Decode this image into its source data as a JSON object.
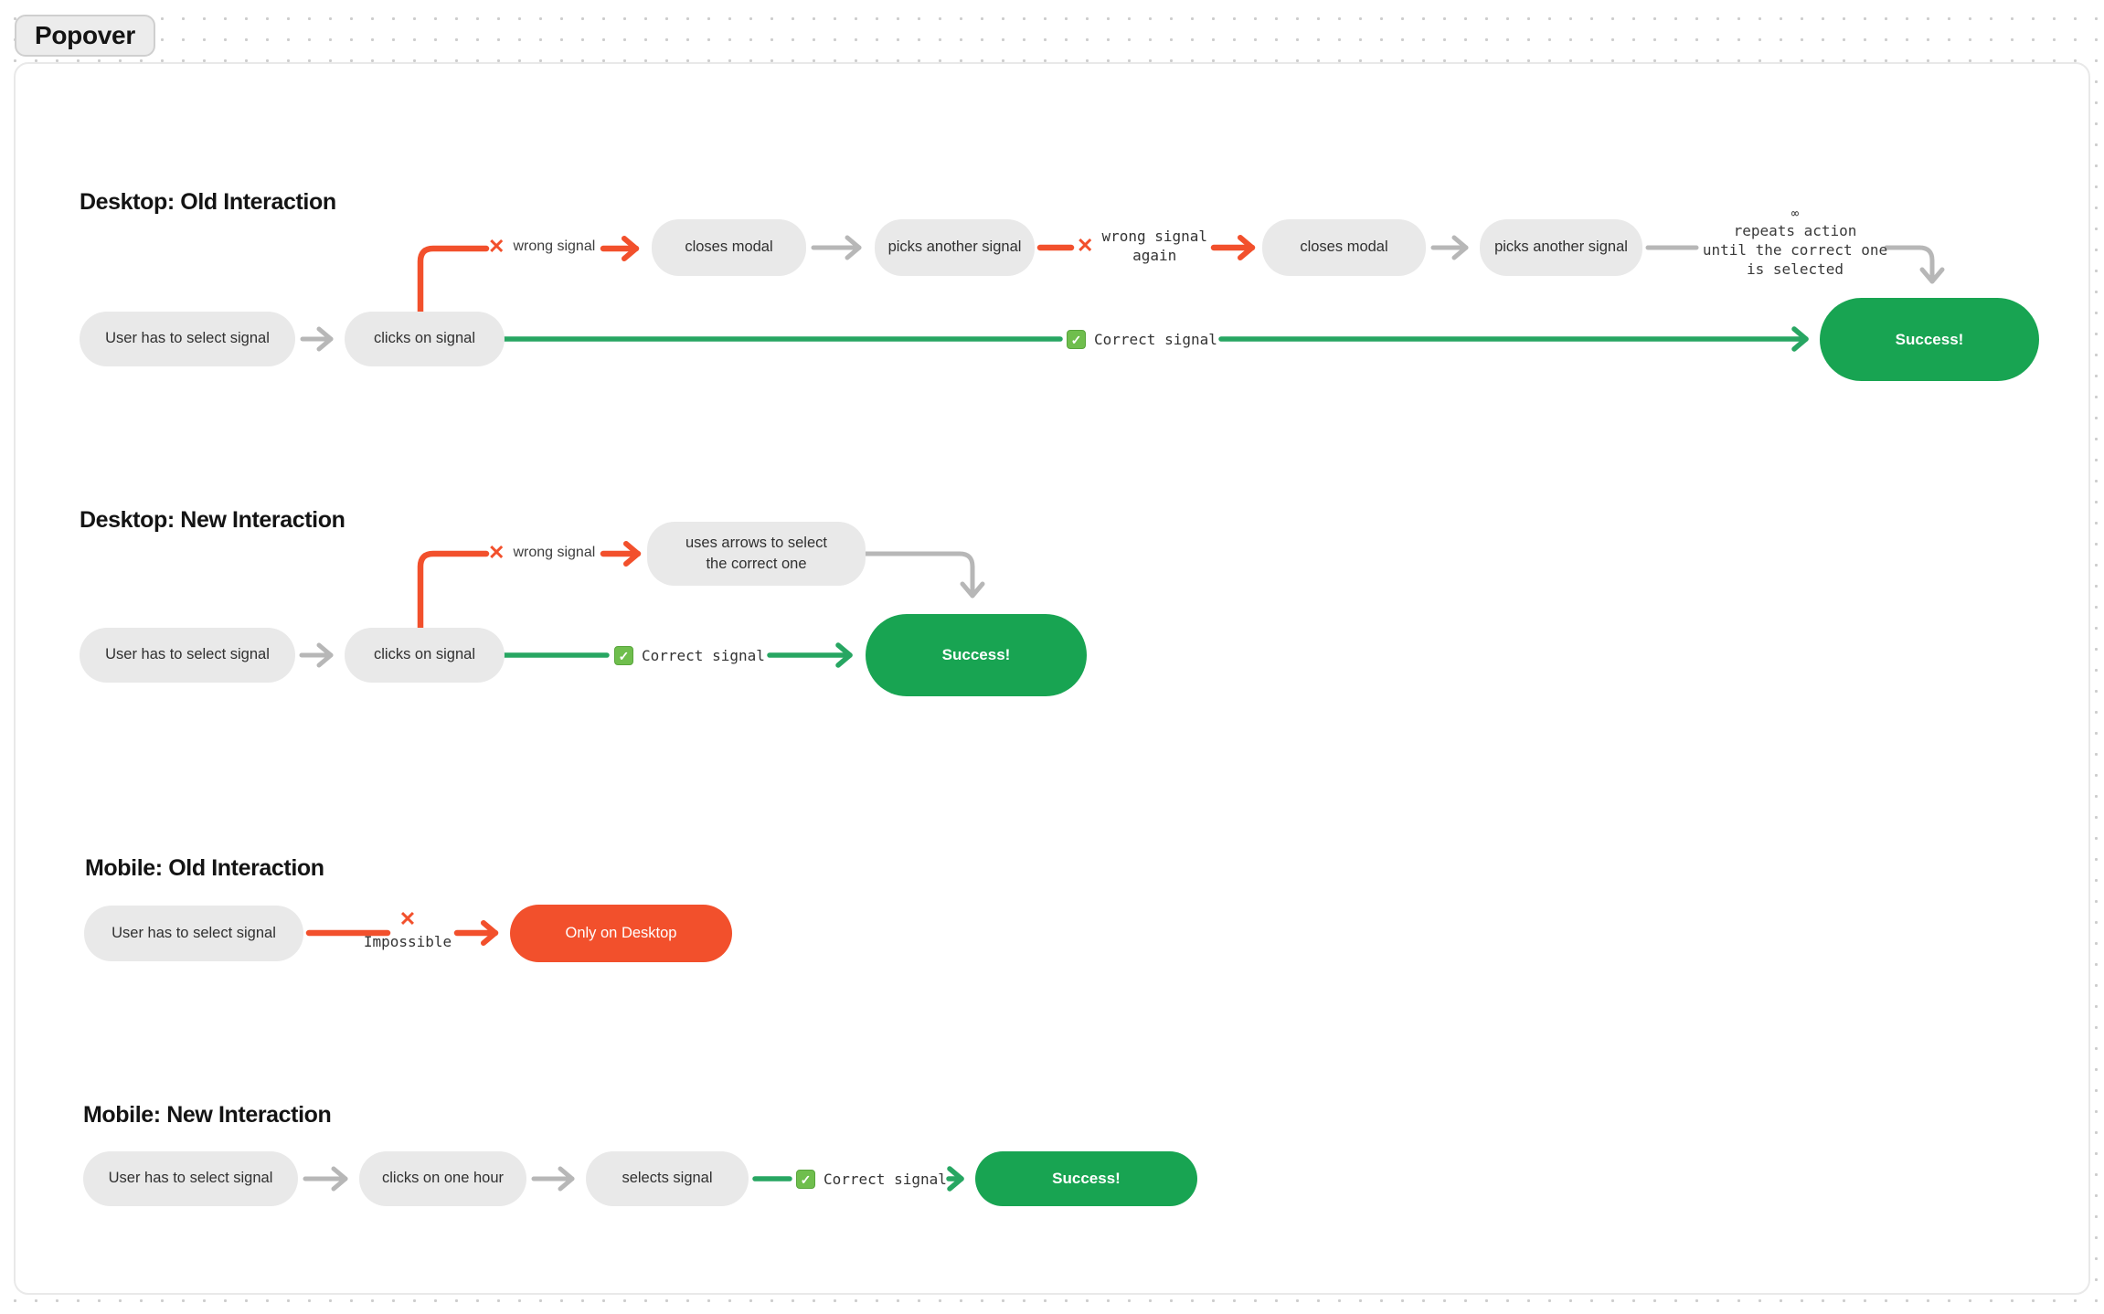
{
  "badge": {
    "label": "Popover"
  },
  "icons": {
    "cross": "✕",
    "check": "✓"
  },
  "colors": {
    "red": "#f2502c",
    "green_node": "#18a452",
    "green_line": "#27a662",
    "gray_arrow": "#b7b7b7",
    "node_gray": "#e9e9e9"
  },
  "flow1": {
    "title": "Desktop: Old Interaction",
    "user": "User has to select signal",
    "clicks": "clicks on signal",
    "wrong": "wrong signal",
    "closes1": "closes modal",
    "picks1": "picks another signal",
    "wrong_again_1": "wrong signal",
    "wrong_again_2": "again",
    "closes2": "closes modal",
    "picks2": "picks another signal",
    "infinity": "∞",
    "repeat1": "repeats action",
    "repeat2": "until the correct one",
    "repeat3": "is selected",
    "correct": "Correct signal",
    "success": "Success!"
  },
  "flow2": {
    "title": "Desktop: New Interaction",
    "user": "User has to select signal",
    "clicks": "clicks on signal",
    "wrong": "wrong signal",
    "uses_arrows_1": "uses arrows to select",
    "uses_arrows_2": "the correct one",
    "correct": "Correct signal",
    "success": "Success!"
  },
  "flow3": {
    "title": "Mobile: Old Interaction",
    "user": "User has to select signal",
    "impossible": "Impossible",
    "only_desktop": "Only on Desktop"
  },
  "flow4": {
    "title": "Mobile: New Interaction",
    "user": "User has to select signal",
    "clicks_hour": "clicks on one hour",
    "selects": "selects signal",
    "correct": "Correct signal",
    "success": "Success!"
  }
}
